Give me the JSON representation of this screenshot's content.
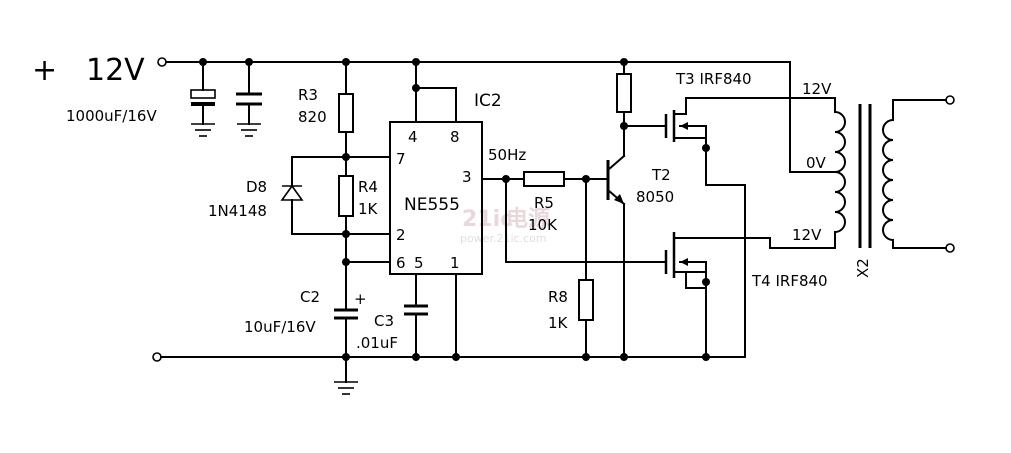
{
  "supply": {
    "plus": "+",
    "voltage": "12V"
  },
  "c1": {
    "value": "1000uF/16V"
  },
  "r3": {
    "name": "R3",
    "value": "820"
  },
  "d8": {
    "name": "D8",
    "value": "1N4148"
  },
  "r4": {
    "name": "R4",
    "value": "1K"
  },
  "c2": {
    "name": "C2",
    "value": "10uF/16V",
    "polarity": "+"
  },
  "c3": {
    "name": "C3",
    "value": ".01uF"
  },
  "ic2": {
    "name": "IC2",
    "part": "NE555",
    "pins": {
      "p4": "4",
      "p8": "8",
      "p7": "7",
      "p3": "3",
      "p2": "2",
      "p6": "6",
      "p5": "5",
      "p1": "1"
    }
  },
  "freq": "50Hz",
  "r5": {
    "name": "R5",
    "value": "10K"
  },
  "r8": {
    "name": "R8",
    "value": "1K"
  },
  "t2": {
    "name": "T2",
    "value": "8050"
  },
  "t3": {
    "label": "T3 IRF840"
  },
  "t4": {
    "label": "T4 IRF840"
  },
  "transformer": {
    "name": "X2",
    "tap_top": "12V",
    "tap_mid": "0V",
    "tap_bottom": "12V"
  },
  "watermark": {
    "logo": "21ic",
    "cn": "电源",
    "url": "power.21ic.com"
  }
}
